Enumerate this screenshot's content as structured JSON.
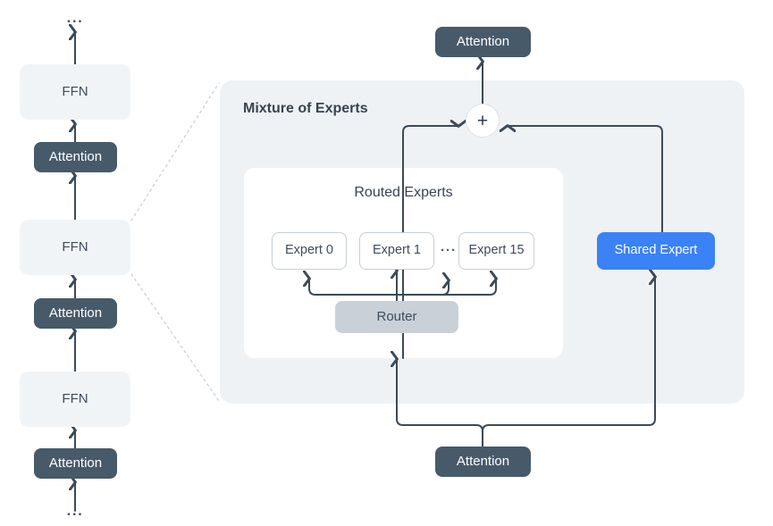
{
  "diagram": {
    "title_visible": false,
    "colors": {
      "attention_fill": "#475a6a",
      "ffn_fill": "#f1f4f7",
      "router_fill": "#c9d0d8",
      "shared_expert_fill": "#3b82f6",
      "moe_panel_fill": "#eff2f5",
      "routed_panel_fill": "#ffffff",
      "stroke": "#3c4a58",
      "canvas": "#ffffff"
    }
  },
  "left_stack": {
    "top_ellipsis": "...",
    "bottom_ellipsis": "...",
    "blocks": [
      {
        "label": "FFN",
        "type": "ffn"
      },
      {
        "label": "Attention",
        "type": "attention"
      },
      {
        "label": "FFN",
        "type": "ffn"
      },
      {
        "label": "Attention",
        "type": "attention"
      },
      {
        "label": "FFN",
        "type": "ffn"
      },
      {
        "label": "Attention",
        "type": "attention"
      }
    ]
  },
  "moe": {
    "panel_title": "Mixture of Experts",
    "output_attention_label": "Attention",
    "input_attention_label": "Attention",
    "combine_symbol": "+",
    "routed": {
      "panel_title": "Routed Experts",
      "experts": [
        {
          "label": "Expert 0"
        },
        {
          "label": "Expert 1"
        },
        {
          "label": "Expert 15"
        }
      ],
      "expert_ellipsis": "···",
      "router_label": "Router"
    },
    "shared_expert_label": "Shared Expert"
  }
}
